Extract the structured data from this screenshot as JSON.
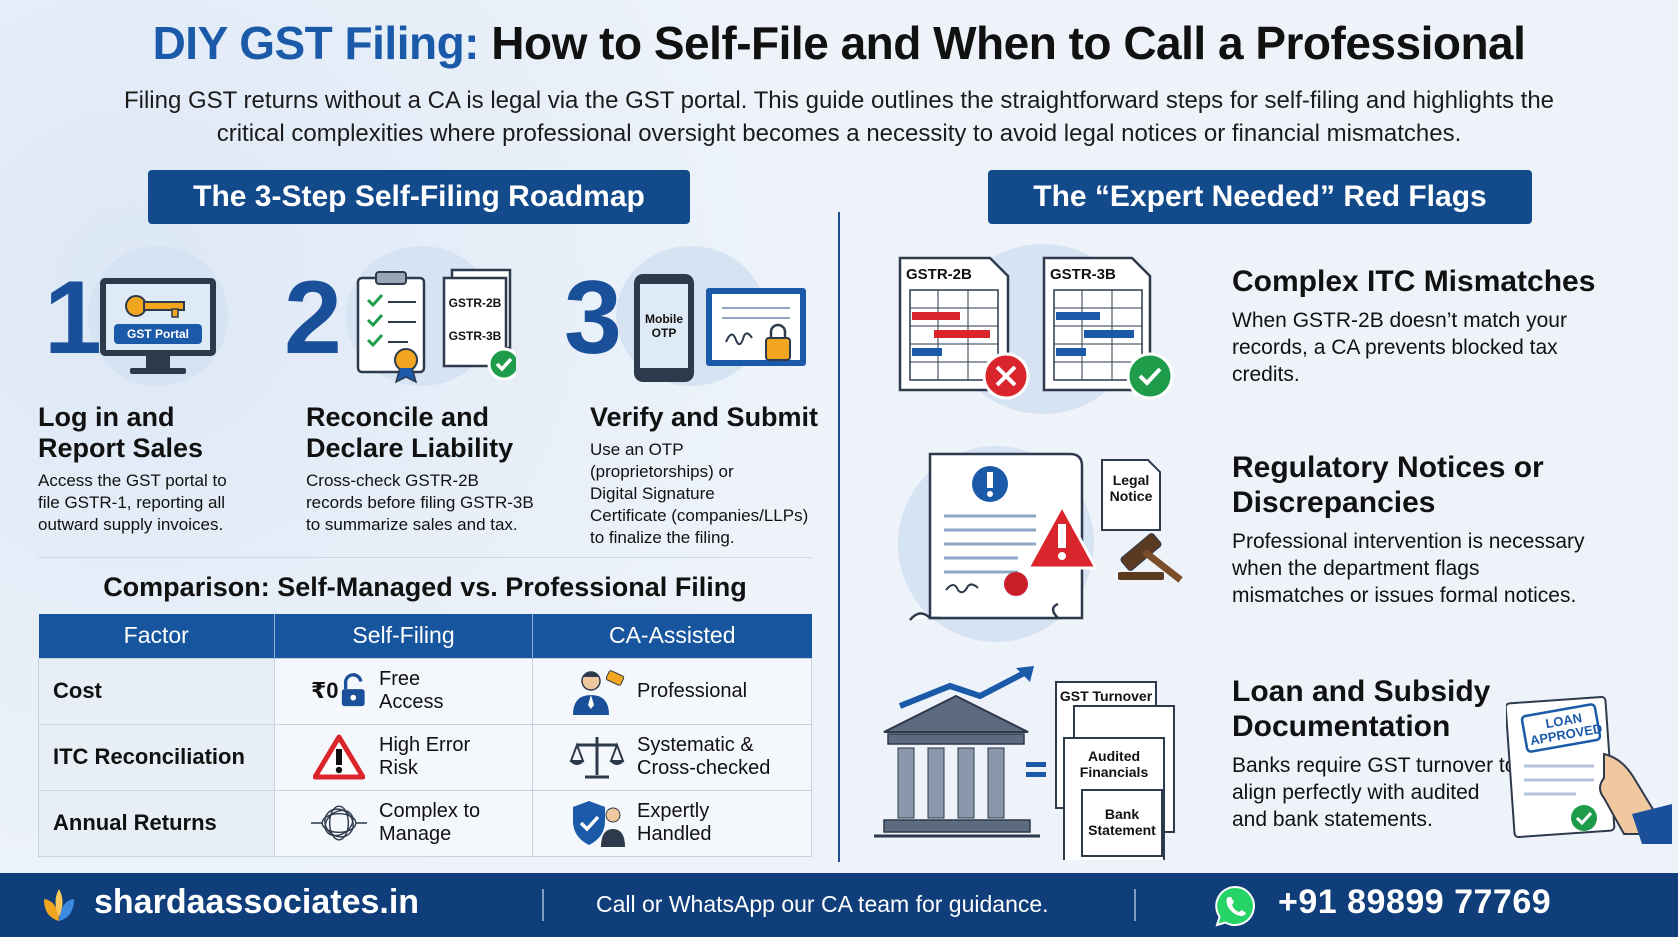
{
  "header": {
    "title_highlight": "DIY GST Filing:",
    "title_rest": "How to Self-File and When to Call a Professional",
    "intro_line1": "Filing GST returns without a CA is legal via the GST portal. This guide outlines the straightforward steps for self-filing and highlights the",
    "intro_line2": "critical complexities where professional oversight becomes a necessity to avoid legal notices or financial mismatches."
  },
  "roadmap": {
    "heading": "The 3-Step Self-Filing Roadmap",
    "steps": [
      {
        "number": "1",
        "icon_label": "GST Portal",
        "title_line1": "Log in and",
        "title_line2": "Report Sales",
        "desc_lines": [
          "Access the GST portal to",
          "file GSTR-1, reporting all",
          "outward supply invoices."
        ]
      },
      {
        "number": "2",
        "doc_labels": [
          "GSTR-2B",
          "GSTR-3B"
        ],
        "title_line1": "Reconcile and",
        "title_line2": "Declare Liability",
        "desc_lines": [
          "Cross-check GSTR-2B",
          "records before filing GSTR-3B",
          "to summarize sales and tax."
        ]
      },
      {
        "number": "3",
        "icon_label_line1": "Mobile",
        "icon_label_line2": "OTP",
        "title_line1": "Verify and Submit",
        "title_line2": "",
        "desc_lines": [
          "Use an OTP",
          "(proprietorships) or",
          "Digital Signature",
          "Certificate (companies/LLPs)",
          "to finalize the filing."
        ]
      }
    ]
  },
  "comparison": {
    "title": "Comparison: Self-Managed vs. Professional Filing",
    "columns": [
      "Factor",
      "Self-Filing",
      "CA-Assisted"
    ],
    "rows": [
      {
        "factor": "Cost",
        "self_prefix": "₹0",
        "self_line1": "Free",
        "self_line2": "Access",
        "self_icon": "lock-icon",
        "ca_line1": "Professional",
        "ca_line2": "",
        "ca_icon": "consultant-icon"
      },
      {
        "factor": "ITC Reconciliation",
        "self_prefix": "",
        "self_line1": "High Error",
        "self_line2": "Risk",
        "self_icon": "warning-icon",
        "ca_line1": "Systematic &",
        "ca_line2": "Cross-checked",
        "ca_icon": "scales-icon"
      },
      {
        "factor": "Annual Returns",
        "self_prefix": "",
        "self_line1": "Complex to",
        "self_line2": "Manage",
        "self_icon": "tangle-icon",
        "ca_line1": "Expertly",
        "ca_line2": "Handled",
        "ca_icon": "shield-check-icon"
      }
    ]
  },
  "redflags": {
    "heading": "The “Expert Needed” Red Flags",
    "items": [
      {
        "doc_labels": [
          "GSTR-2B",
          "GSTR-3B"
        ],
        "title_line1": "Complex ITC Mismatches",
        "title_line2": "",
        "desc_lines": [
          "When GSTR-2B doesn’t match your",
          "records, a CA prevents blocked tax",
          "credits."
        ]
      },
      {
        "doc_label_line1": "Legal",
        "doc_label_line2": "Notice",
        "title_line1": "Regulatory Notices or",
        "title_line2": "Discrepancies",
        "desc_lines": [
          "Professional intervention is necessary",
          "when the department flags",
          "mismatches or issues formal notices."
        ]
      },
      {
        "doc_labels": [
          "GST Turnover",
          "Audited Financials",
          "Bank Statement"
        ],
        "stamp_line1": "LOAN",
        "stamp_line2": "APPROVED",
        "title_line1": "Loan and Subsidy",
        "title_line2": "Documentation",
        "desc_lines": [
          "Banks require GST turnover to",
          "align perfectly with audited",
          "and bank statements."
        ]
      }
    ]
  },
  "footer": {
    "site": "shardaassociates.in",
    "call_text": "Call or WhatsApp our CA team for guidance.",
    "phone": "+91 89899 77769"
  },
  "colors": {
    "accent": "#1a5aa8",
    "navy": "#134a8c",
    "red": "#d9252b",
    "green": "#1e9c49"
  }
}
